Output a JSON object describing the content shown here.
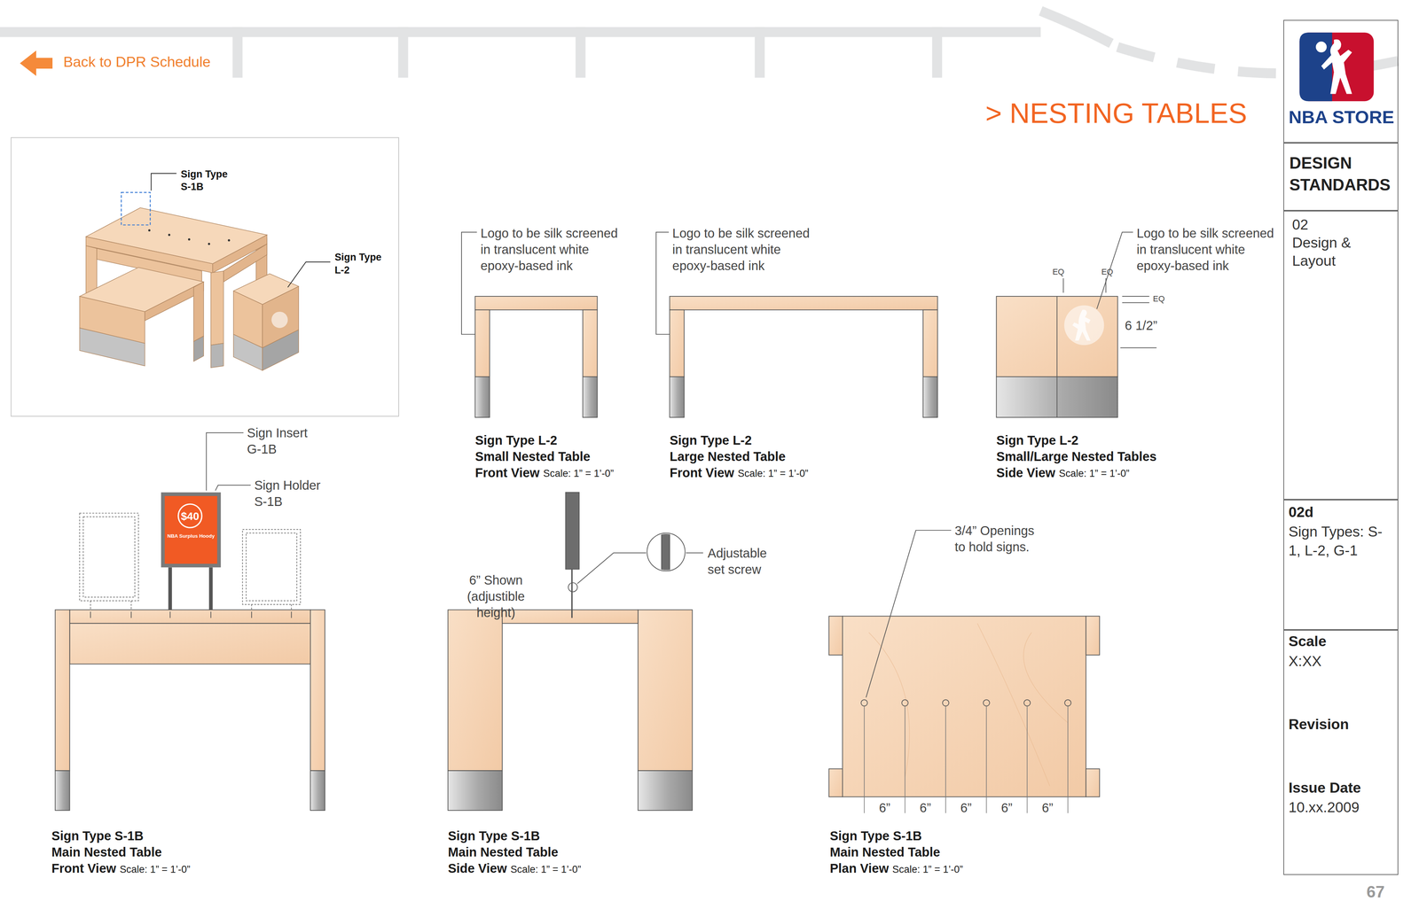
{
  "diagram": {
    "title": "> NESTING TABLES",
    "nodes": [
      {
        "text": [
          "Sign Type S-1B",
          "Sign Type L-2"
        ]
      },
      {
        "text": [
          "$40",
          "NBA Surplus Hoody"
        ]
      },
      {
        "text": [
          "NBA STORE"
        ]
      },
      {
        "text": [
          "DESIGN STANDARDS"
        ]
      },
      {
        "text": [
          "02",
          "Design & Layout"
        ]
      },
      {
        "text": [
          "02d",
          "Sign Types: S-1, L-2, G-1"
        ]
      },
      {
        "text": [
          "Scale",
          "X:XX",
          "Revision",
          "Issue Date",
          "10.xx.2009"
        ]
      }
    ],
    "labels": [
      "Back to DPR Schedule",
      "Logo to be silk screened in translucent white epoxy-based ink",
      "Logo to be silk screened in translucent white epoxy-based ink",
      "Logo to be silk screened in translucent white epoxy-based ink",
      "EQ",
      "EQ",
      "EQ",
      "6 1/2”",
      "Sign Type L-2",
      "Small Nested Table",
      "Front View",
      "Scale: 1” = 1’-0”",
      "Sign Type L-2",
      "Large Nested Table",
      "Front View",
      "Scale: 1” = 1’-0”",
      "Sign Type L-2",
      "Small/Large Nested Tables",
      "Side View",
      "Scale: 1” = 1’-0”",
      "Sign Insert G-1B",
      "Sign Holder S-1B",
      "6” Shown (adjustible height)",
      "Adjustable set screw",
      "3/4” Openings to hold signs.",
      "6”",
      "6”",
      "6”",
      "6”",
      "6”",
      "Sign Type S-1B",
      "Main Nested Table",
      "Front View",
      "Scale: 1” = 1’-0”",
      "Sign Type S-1B",
      "Main Nested Table",
      "Side View",
      "Scale: 1” = 1’-0”",
      "Sign Type S-1B",
      "Main Nested Table",
      "Plan View",
      "Scale: 1” = 1’-0”",
      "67"
    ]
  }
}
